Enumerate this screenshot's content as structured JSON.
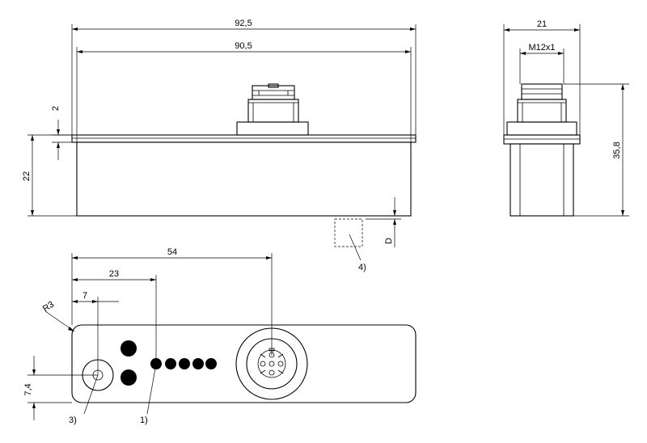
{
  "dimensions": {
    "overall_length": "92,5",
    "base_length": "90,5",
    "flange_thickness": "2",
    "body_height": "22",
    "depth_offset": "D",
    "side_width": "21",
    "thread": "M12x1",
    "side_height": "35,8",
    "connector_distance": "54",
    "led_distance": "23",
    "hole_distance": "7",
    "corner_radius": "R3",
    "hole_height": "7,4"
  },
  "callouts": {
    "leds": "1)",
    "hole": "3)",
    "sensor_area": "4)"
  }
}
